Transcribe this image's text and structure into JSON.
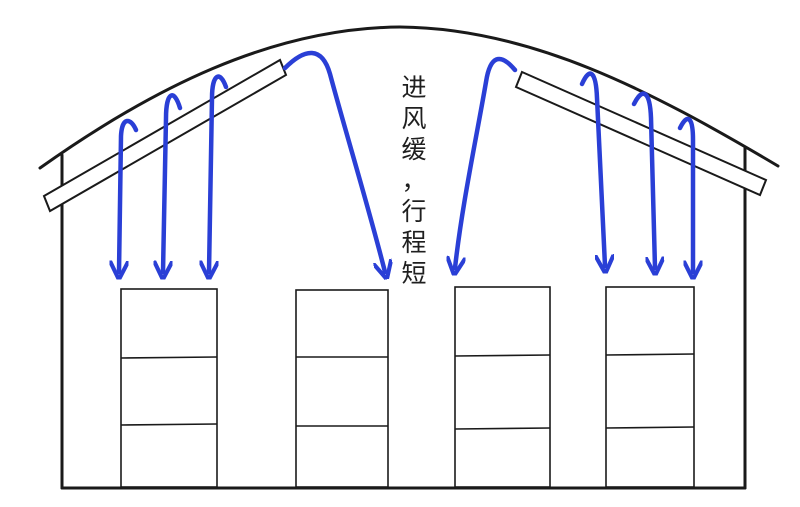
{
  "annotation": {
    "lines": [
      "进",
      "风",
      "缓",
      "，",
      "行",
      "程",
      "短"
    ]
  },
  "colors": {
    "outline": "#1a1a1a",
    "airflow": "#2a3fd6",
    "background": "#ffffff"
  }
}
